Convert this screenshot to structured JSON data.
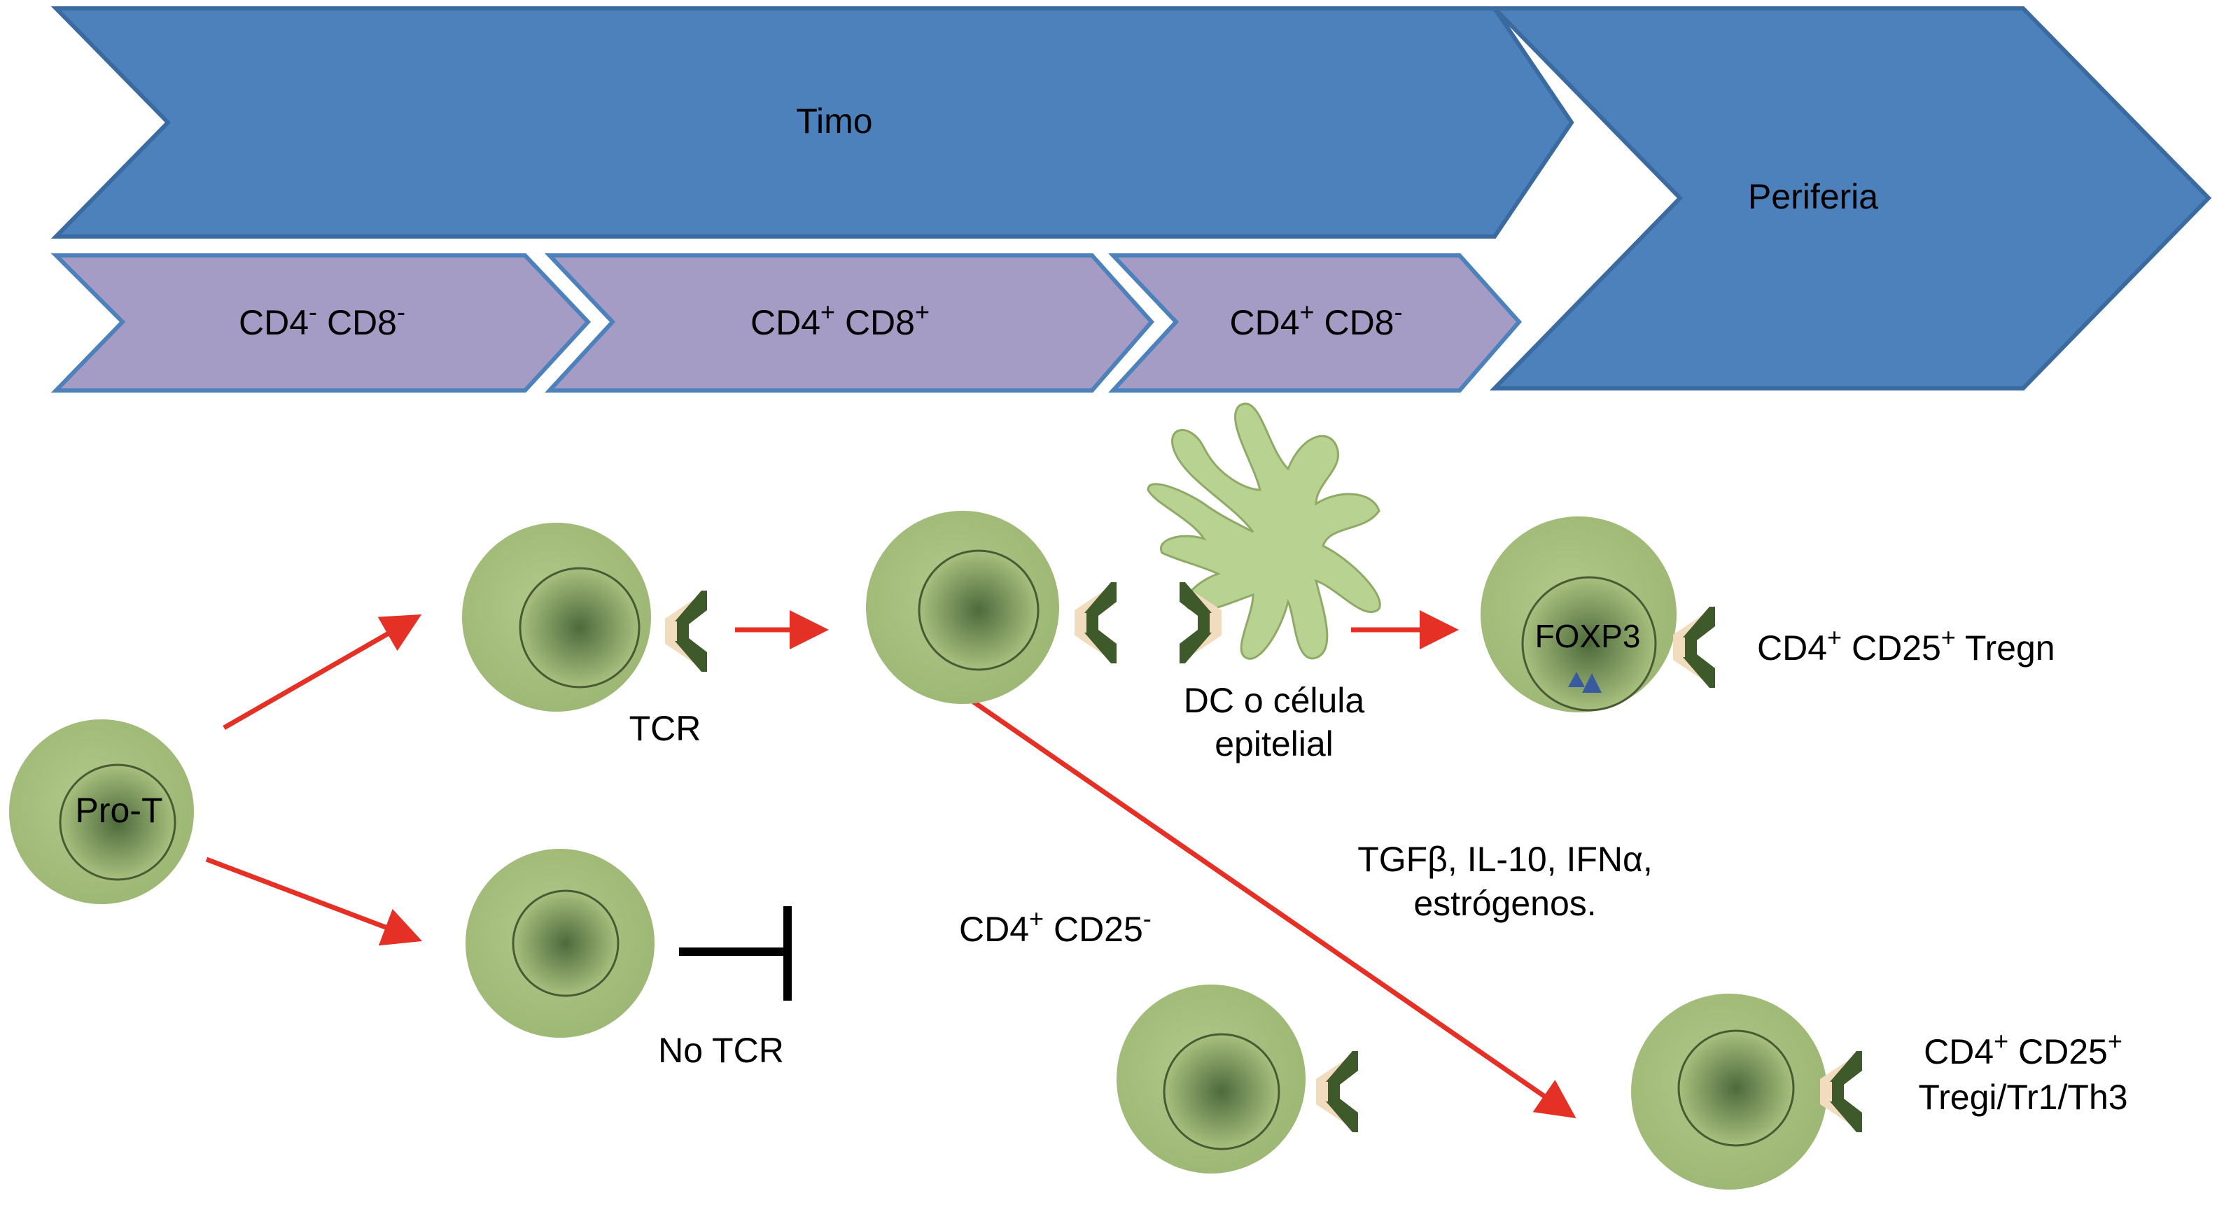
{
  "colors": {
    "blue_band": "#4d81bc",
    "blue_band_stroke": "#3b6aa0",
    "purple_band": "#a59cc5",
    "purple_band_stroke": "#4d81bc",
    "cell_fill": "#a8c07e",
    "cell_center": "#4d6a3c",
    "arrow": "#e53026",
    "receptor_dark": "#3f5a2a",
    "receptor_light": "#f2dcc0",
    "dc_fill": "#b8d291",
    "foxp3_triangles": "#3a5aa0"
  },
  "bands": {
    "thymus": "Timo",
    "periphery": "Periferia",
    "stage1": {
      "main_a": "CD4",
      "sup_a": "-",
      "main_b": " CD8",
      "sup_b": "-"
    },
    "stage2": {
      "main_a": "CD4",
      "sup_a": "+",
      "main_b": " CD8",
      "sup_b": "+"
    },
    "stage3": {
      "main_a": "CD4",
      "sup_a": "+",
      "main_b": " CD8",
      "sup_b": "-"
    }
  },
  "cells": {
    "pro_t": "Pro-T",
    "foxp3": "FOXP3"
  },
  "labels": {
    "tcr": "TCR",
    "no_tcr": "No TCR",
    "dc_line1": "DC o célula",
    "dc_line2": "epitelial",
    "tregn": {
      "main_a": "CD4",
      "sup_a": "+",
      "main_b": " CD25",
      "sup_b": "+",
      "tail": " Tregn"
    },
    "cd25neg": {
      "main_a": "CD4",
      "sup_a": "+",
      "main_b": " CD25",
      "sup_b": "-"
    },
    "factors_line1": "TGFβ, IL-10, IFNα,",
    "factors_line2": "estrógenos.",
    "tregi_line1": {
      "main_a": "CD4",
      "sup_a": "+",
      "main_b": " CD25",
      "sup_b": "+"
    },
    "tregi_line2": "Tregi/Tr1/Th3"
  }
}
